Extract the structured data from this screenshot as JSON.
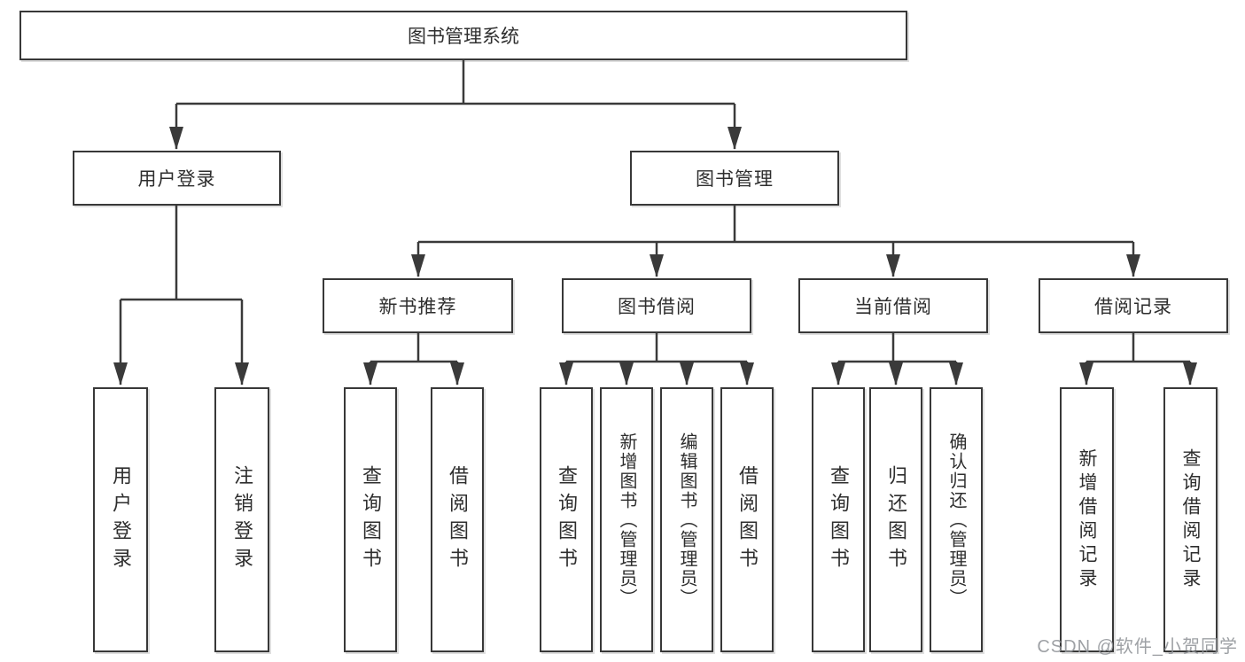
{
  "diagram": {
    "root": {
      "label": "图书管理系统"
    },
    "branches": [
      {
        "label": "用户登录",
        "children": [
          {
            "label": "用户登录"
          },
          {
            "label": "注销登录"
          }
        ]
      },
      {
        "label": "图书管理",
        "children": [
          {
            "label": "新书推荐",
            "children": [
              {
                "label": "查询图书"
              },
              {
                "label": "借阅图书"
              }
            ]
          },
          {
            "label": "图书借阅",
            "children": [
              {
                "label": "查询图书"
              },
              {
                "label": "新增图书（管理员）"
              },
              {
                "label": "编辑图书（管理员）"
              },
              {
                "label": "借阅图书"
              }
            ]
          },
          {
            "label": "当前借阅",
            "children": [
              {
                "label": "查询图书"
              },
              {
                "label": "归还图书"
              },
              {
                "label": "确认归还（管理员）"
              }
            ]
          },
          {
            "label": "借阅记录",
            "children": [
              {
                "label": "新增借阅记录"
              },
              {
                "label": "查询借阅记录"
              }
            ]
          }
        ]
      }
    ]
  },
  "watermark": {
    "text": "CSDN @软件_小贺同学"
  },
  "colors": {
    "line": "#3a3a3a",
    "border": "#383838",
    "text": "#2e2e2e",
    "watermark": "#919498",
    "background": "#ffffff"
  }
}
